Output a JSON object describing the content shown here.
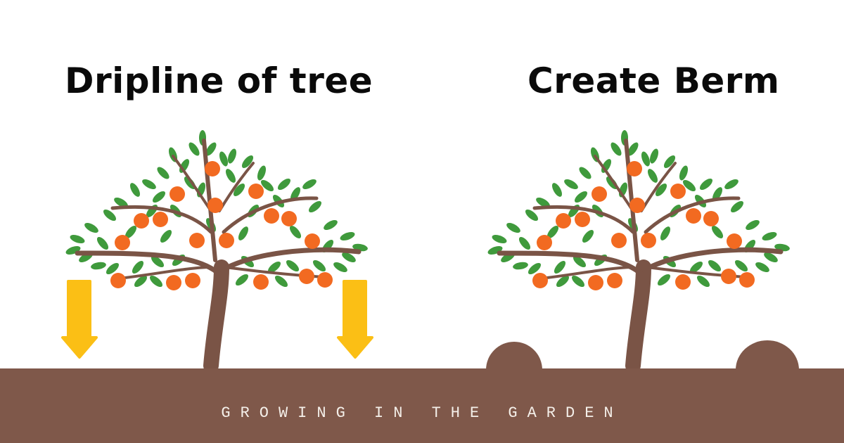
{
  "panels": [
    {
      "title": "Dripline of tree",
      "indicator": "yellow-down-arrows"
    },
    {
      "title": "Create Berm",
      "indicator": "soil-berm-mounds"
    }
  ],
  "footer": {
    "brand": "GROWING IN THE GARDEN"
  },
  "colors": {
    "soil": "#7f584a",
    "trunk": "#7a5446",
    "leaf": "#3f9a3c",
    "orange": "#f26a21",
    "arrow": "#fbbf15",
    "title": "#0a0a0a",
    "footer_text": "#f4efe9"
  }
}
